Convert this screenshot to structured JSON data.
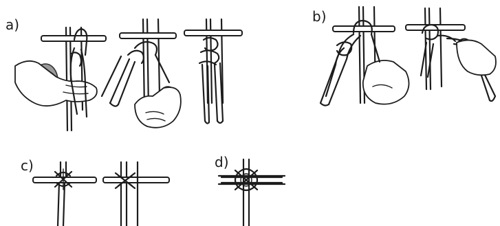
{
  "labels": {
    "a": "a)",
    "b": "b)",
    "c": "c)",
    "d": "d)"
  }
}
